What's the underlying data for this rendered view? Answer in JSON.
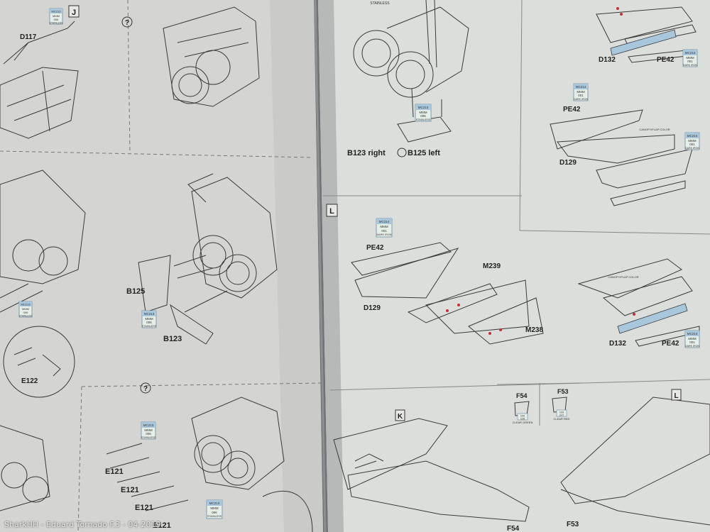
{
  "watermark": "SharkHH - Eduard Tornado F.3 - 04-2019",
  "step_markers": {
    "j": "J",
    "l_top": "L",
    "k": "K",
    "l_small": "L"
  },
  "help_symbol": "?",
  "part_labels": {
    "d117": "D117",
    "b125_left": "B125",
    "b123_left": "B123",
    "e122": "E122",
    "e121_a": "E121",
    "e121_b": "E121",
    "e121_c": "E121",
    "e121_d": "E121",
    "b123_right": "B123 right",
    "b125_leftnote": "B125 left",
    "d132_top": "D132",
    "pe42_topright": "PE42",
    "pe42_mid": "PE42",
    "d129_mid": "D129",
    "pe42_left": "PE42",
    "d129_left": "D129",
    "m239": "M239",
    "m238": "M238",
    "d132_bottom": "D132",
    "pe42_bottomright": "PE42",
    "f54": "F54",
    "f53": "F53",
    "f54_bottom": "F54",
    "f53_bottom": "F53"
  },
  "paint_boxes": {
    "stainless": {
      "code": "MC213",
      "line2": "MMM",
      "line3": "006",
      "name": "STAINLESS"
    },
    "dark_iron": {
      "code": "MC214",
      "line2": "MMM",
      "line3": "001",
      "name": "DARK IRON"
    },
    "clear_green": {
      "code": "C06",
      "line2": "C28",
      "name": "CLEAR GREEN"
    },
    "clear_red": {
      "code": "C06",
      "line2": "C47",
      "name": "CLEAR RED"
    }
  },
  "paint_texts": {
    "stainless_top": "STAINLESS",
    "canopy_color": "CANOPY/FLAP COLOR"
  },
  "colors": {
    "paper": "#dcdcd8",
    "paper_shadow": "#b9bcbc",
    "line": "#3a3a3a",
    "blue_box": "#a8c7dd",
    "red_dot": "#c0303a"
  }
}
